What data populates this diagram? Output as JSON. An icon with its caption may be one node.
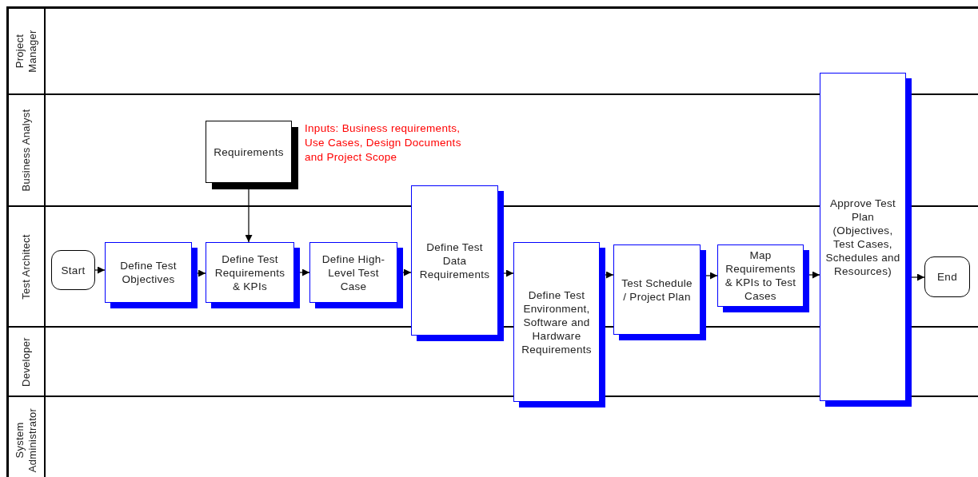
{
  "diagram": {
    "nodes": [
      {
        "text": [
          "Project Manager"
        ]
      },
      {
        "text": [
          "Business Analyst"
        ]
      },
      {
        "text": [
          "Test Architect"
        ]
      },
      {
        "text": [
          "Developer"
        ]
      },
      {
        "text": [
          "System Administrator"
        ]
      },
      {
        "text": [
          "Requirements"
        ],
        "in": 1,
        "beside": [
          "Inputs: Business requirements, Use Cases, Design Documents and Project Scope"
        ]
      },
      {
        "text": [
          "Start"
        ],
        "in": 2
      },
      {
        "text": [
          "Define Test Objectives"
        ],
        "in": 2
      },
      {
        "text": [
          "Define Test Requirements & KPIs"
        ],
        "in": 2
      },
      {
        "text": [
          "Define High-Level Test Case"
        ],
        "in": 2
      },
      {
        "text": [
          "Define Test Data Requirements"
        ]
      },
      {
        "text": [
          "Define Test Environment, Software and Hardware Requirements"
        ]
      },
      {
        "text": [
          "Test Schedule / Project Plan"
        ]
      },
      {
        "text": [
          "Map Requirements & KPIs to Test Cases"
        ],
        "in": 2
      },
      {
        "text": [
          "Approve Test Plan (Objectives, Test Cases, Schedules and Resources)"
        ]
      },
      {
        "text": [
          "End"
        ],
        "in": 2
      }
    ],
    "edges": [
      {
        "from": 5,
        "to": 8,
        "arrow": "to"
      },
      {
        "from": 6,
        "to": 7,
        "arrow": "to"
      },
      {
        "from": 7,
        "to": 8,
        "arrow": "to"
      },
      {
        "from": 8,
        "to": 9,
        "arrow": "to"
      },
      {
        "from": 9,
        "to": 10,
        "arrow": "to"
      },
      {
        "from": 10,
        "to": 11,
        "arrow": "to"
      },
      {
        "from": 11,
        "to": 12,
        "arrow": "to"
      },
      {
        "from": 12,
        "to": 13,
        "arrow": "to"
      },
      {
        "from": 13,
        "to": 14,
        "arrow": "to"
      },
      {
        "from": 14,
        "to": 15,
        "arrow": "to"
      }
    ]
  }
}
